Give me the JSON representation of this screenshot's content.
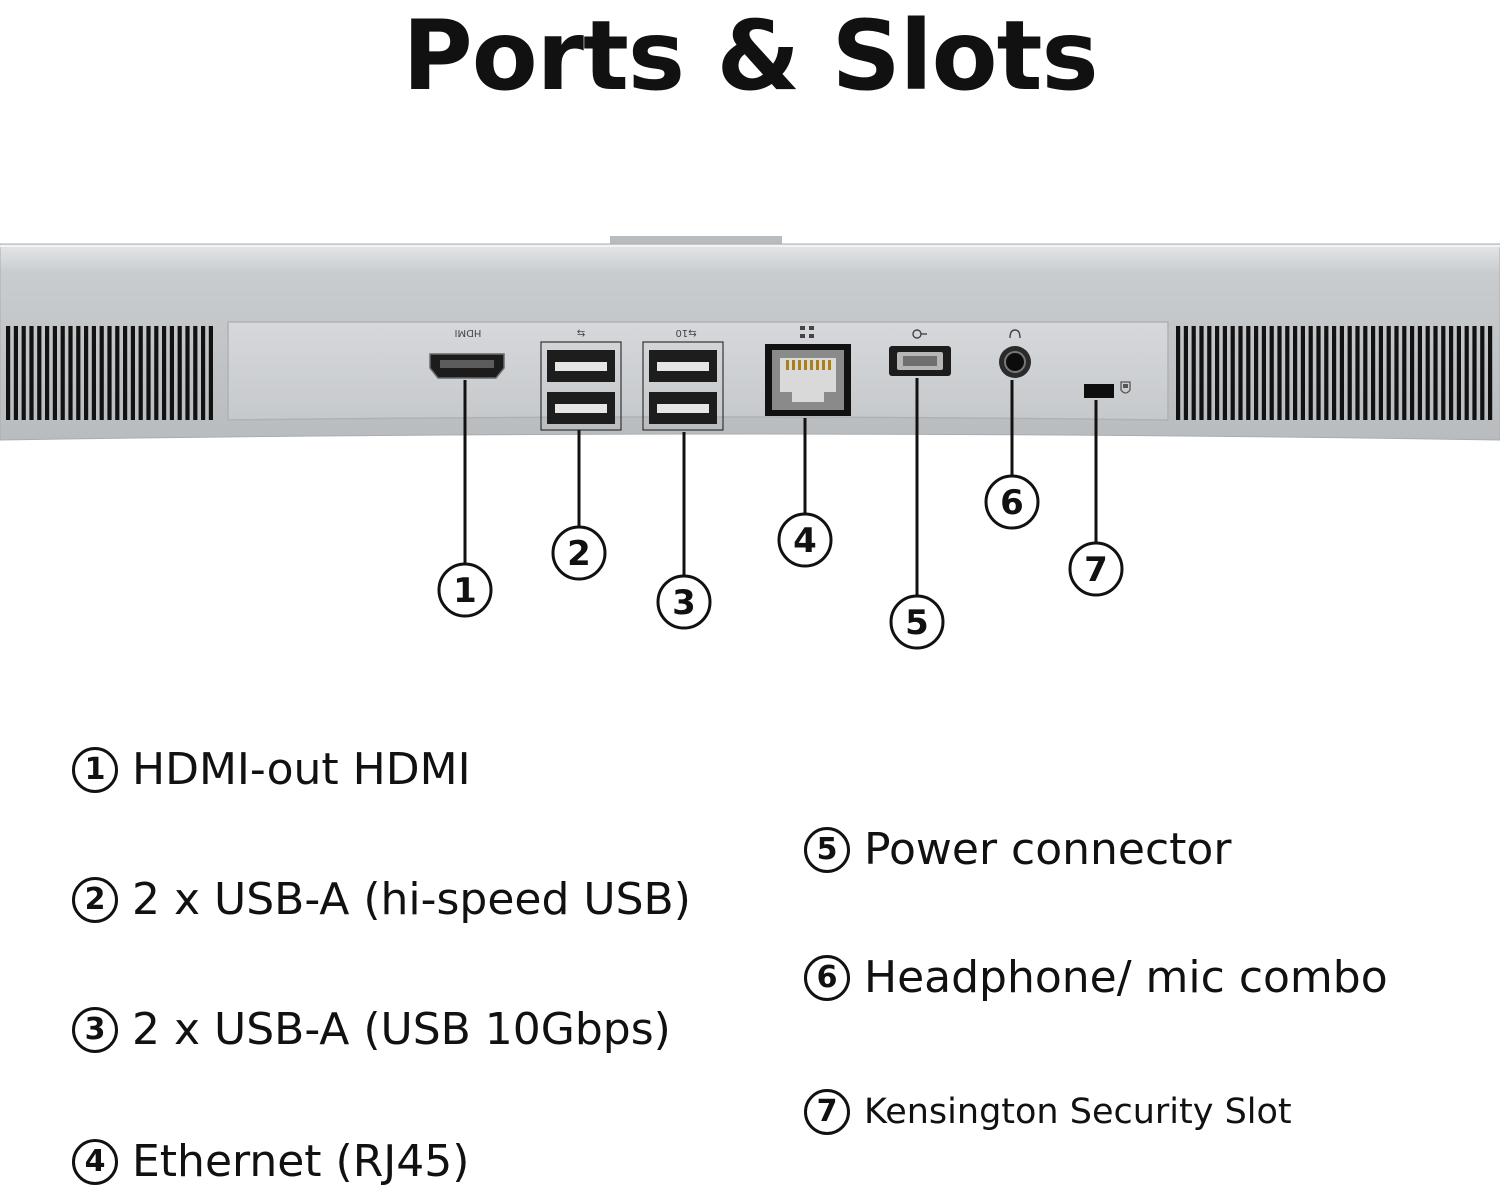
{
  "title": "Ports & Slots",
  "diagram": {
    "colors": {
      "chassis": "#c3c6c9",
      "chassis_dark": "#9ea2a6",
      "panel": "#cfd2d5",
      "vent": "#121212",
      "port": "#1a1a1a"
    },
    "port_icon_labels": {
      "hdmi": "HDMI",
      "usb": "⇆",
      "usb10": "⇆10"
    },
    "markers": [
      "1",
      "2",
      "3",
      "4",
      "5",
      "6",
      "7"
    ]
  },
  "legend": {
    "items": [
      {
        "num": "1",
        "text": "HDMI-out HDMI"
      },
      {
        "num": "2",
        "text": "2 x USB-A (hi-speed USB)"
      },
      {
        "num": "3",
        "text": "2 x USB-A (USB 10Gbps)"
      },
      {
        "num": "4",
        "text": "Ethernet (RJ45)"
      },
      {
        "num": "5",
        "text": "Power connector"
      },
      {
        "num": "6",
        "text": "Headphone/ mic combo"
      },
      {
        "num": "7",
        "text": "Kensington Security Slot"
      }
    ]
  }
}
